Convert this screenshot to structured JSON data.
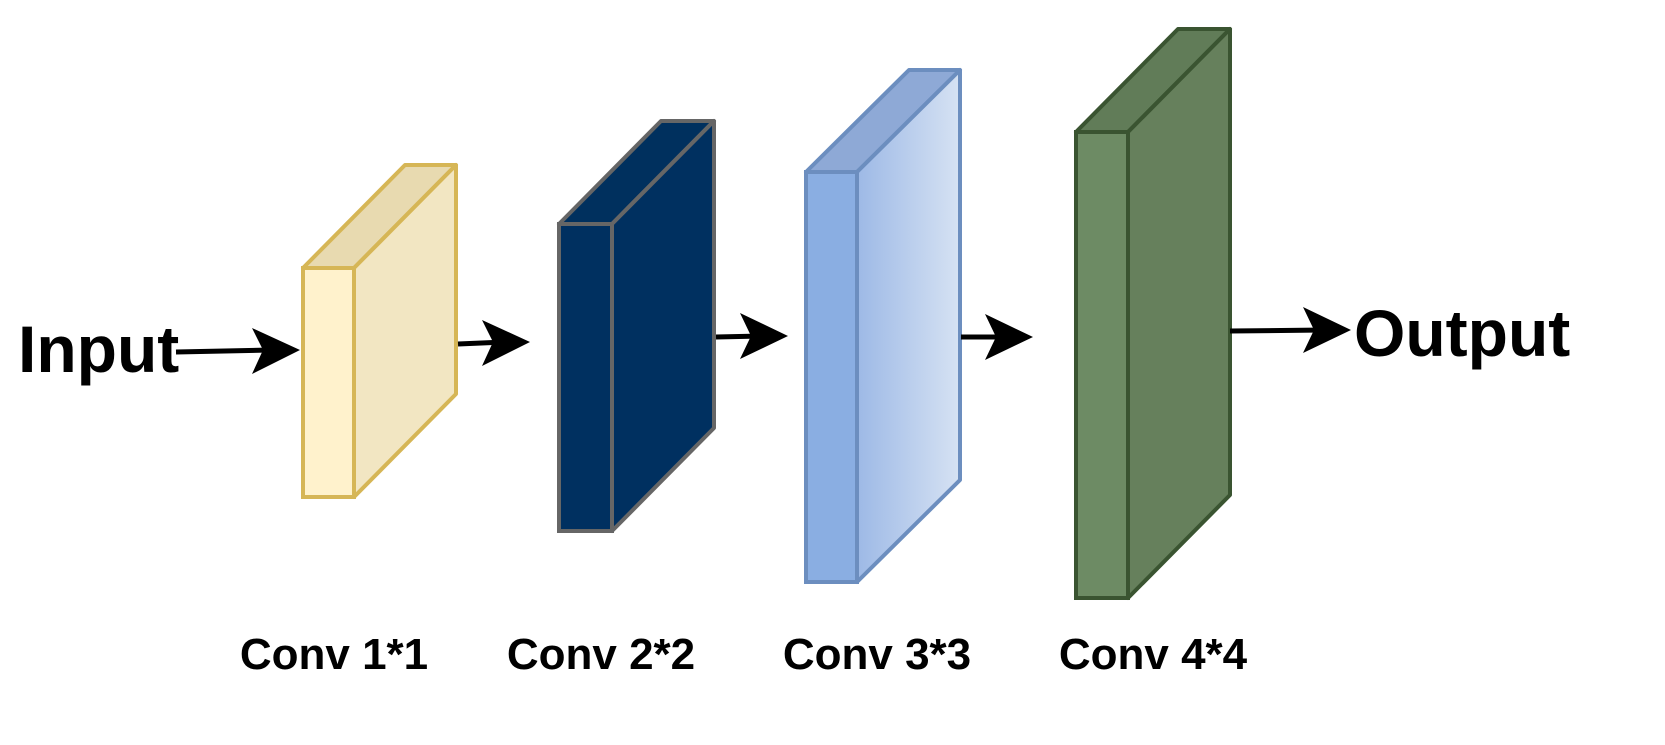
{
  "diagram": {
    "input_label": "Input",
    "output_label": "Output",
    "layers": [
      {
        "label": "Conv 1*1",
        "colors": {
          "front": "#FFF2CC",
          "side": "#F2E6C2",
          "top": "#E8DAB0",
          "stroke": "#D6B656"
        }
      },
      {
        "label": "Conv 2*2",
        "colors": {
          "front": "#003060",
          "side": "#003060",
          "top": "#00305E",
          "stroke": "#666666"
        }
      },
      {
        "label": "Conv 3*3",
        "colors": {
          "front": "#8AAEE2",
          "side_from": "#9DB9E6",
          "side_to": "#D6E2F3",
          "top": "#8EA9D6",
          "stroke": "#6C8EBF"
        }
      },
      {
        "label": "Conv 4*4",
        "colors": {
          "front": "#6D8B64",
          "side": "#66805C",
          "top": "#617C58",
          "stroke": "#3A5431"
        }
      }
    ],
    "arrow_color": "#000000"
  }
}
